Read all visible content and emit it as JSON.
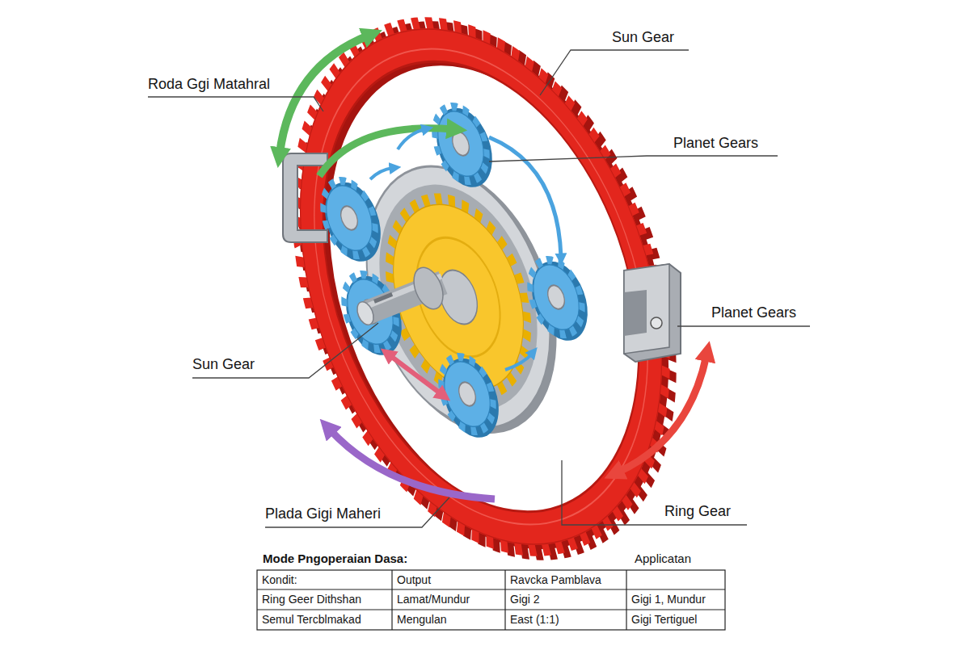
{
  "diagram": {
    "labels": [
      "Roda Ggi Matahral",
      "Sun Gear",
      "Planet Gears",
      "Planet Gears",
      "Sun Gear",
      "Plada Gigi Maheri",
      "Ring Gear",
      "Mode Pngoperaian Dasa:",
      "Applicatan",
      "Kondit:",
      "Output",
      "Ravcka Pamblava",
      "Ring Geer Dithshan",
      "Lamat/Mundur",
      "Gigi 2",
      "Gigi 1, Mundur",
      "Semul Tercblmakad",
      "Mengulan",
      "East (1:1)",
      "Gigi Tertiguel"
    ]
  }
}
